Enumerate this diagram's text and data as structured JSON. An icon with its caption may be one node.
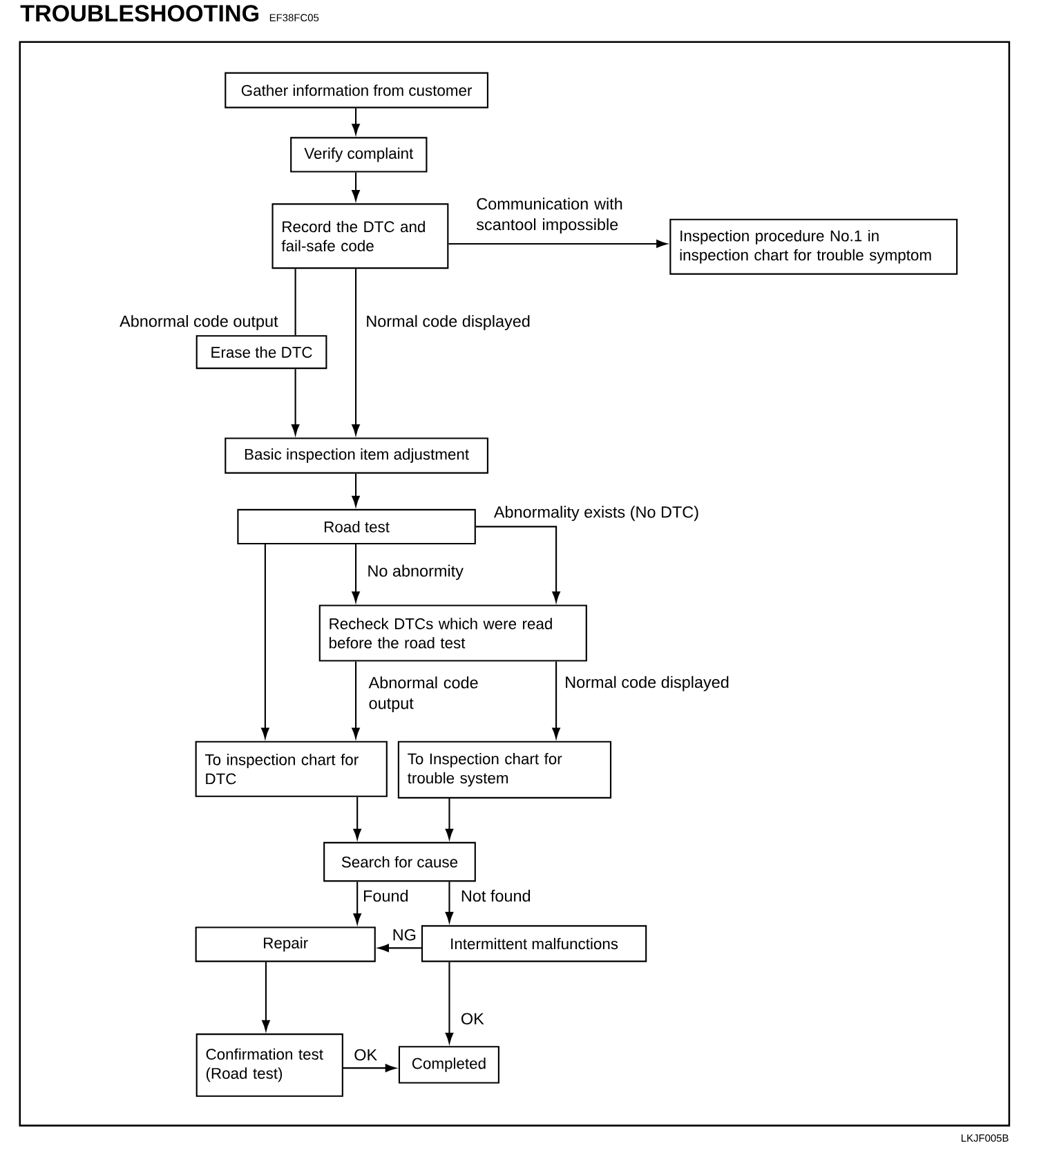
{
  "diagram": {
    "title": "TROUBLESHOOTING",
    "nodes": [
      {
        "text": [
          "Gather information from customer"
        ]
      },
      {
        "text": [
          "Verify complaint"
        ]
      },
      {
        "text": [
          "Record the DTC and fail-safe code"
        ]
      },
      {
        "text": [
          "Inspection procedure No.1 in inspection chart for trouble symptom"
        ]
      },
      {
        "text": [
          "Erase the DTC"
        ]
      },
      {
        "text": [
          "Basic inspection item adjustment"
        ]
      },
      {
        "text": [
          "Road test"
        ]
      },
      {
        "text": [
          "Recheck DTCs which were read before the road test"
        ]
      },
      {
        "text": [
          "To inspection chart for DTC"
        ]
      },
      {
        "text": [
          "To Inspection chart for trouble system"
        ]
      },
      {
        "text": [
          "Search for cause"
        ]
      },
      {
        "text": [
          "Repair"
        ]
      },
      {
        "text": [
          "Intermittent malfunctions"
        ]
      },
      {
        "text": [
          "Confirmation test (Road test)"
        ]
      },
      {
        "text": [
          "Completed"
        ]
      }
    ],
    "edges": [
      {
        "from": 0,
        "to": 1,
        "arrow": "to"
      },
      {
        "from": 1,
        "to": 2,
        "arrow": "to"
      },
      {
        "from": 2,
        "to": 3,
        "arrow": "to",
        "label": "Communication with scantool impossible"
      },
      {
        "from": 2,
        "to": 4,
        "arrow": "none",
        "label": "Abnormal code output"
      },
      {
        "from": 4,
        "to": 5,
        "arrow": "to"
      },
      {
        "from": 2,
        "to": 5,
        "arrow": "to",
        "label": "Normal code displayed"
      },
      {
        "from": 5,
        "to": 6,
        "arrow": "to"
      },
      {
        "from": 6,
        "to": 7,
        "arrow": "to",
        "label": "No abnormity"
      },
      {
        "from": 6,
        "to": 7,
        "arrow": "to",
        "label": "Abnormality exists (No DTC)"
      },
      {
        "from": 6,
        "to": 8,
        "arrow": "to"
      },
      {
        "from": 7,
        "to": 8,
        "arrow": "to",
        "label": "Abnormal code output"
      },
      {
        "from": 7,
        "to": 9,
        "arrow": "to",
        "label": "Normal code displayed"
      },
      {
        "from": 8,
        "to": 10,
        "arrow": "to"
      },
      {
        "from": 9,
        "to": 10,
        "arrow": "to"
      },
      {
        "from": 10,
        "to": 11,
        "arrow": "to",
        "label": "Found"
      },
      {
        "from": 10,
        "to": 12,
        "arrow": "to",
        "label": "Not found"
      },
      {
        "from": 12,
        "to": 11,
        "arrow": "to",
        "label": "NG"
      },
      {
        "from": 11,
        "to": 13,
        "arrow": "to"
      },
      {
        "from": 12,
        "to": 14,
        "arrow": "to",
        "label": "OK"
      },
      {
        "from": 13,
        "to": 14,
        "arrow": "to",
        "label": "OK"
      }
    ],
    "labels": [
      "EF38FC05",
      "LKJF005B"
    ]
  }
}
